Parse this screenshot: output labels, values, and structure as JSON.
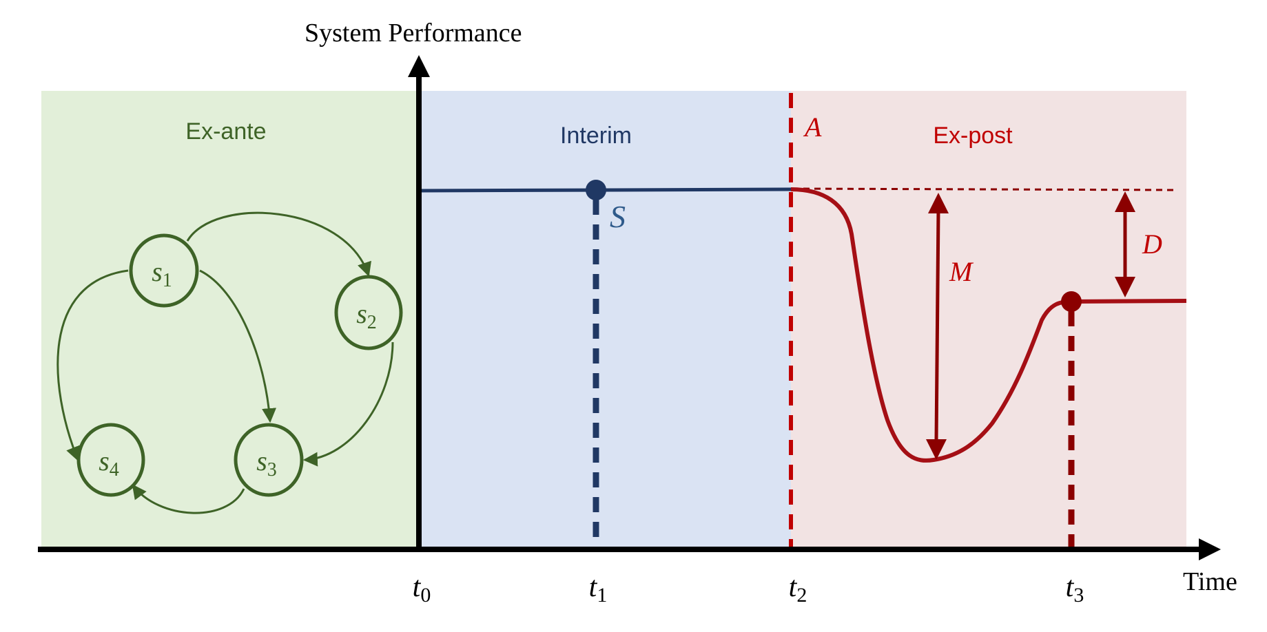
{
  "axes": {
    "y_label": "System Performance",
    "x_label": "Time",
    "ticks": [
      {
        "base": "t",
        "sub": "0"
      },
      {
        "base": "t",
        "sub": "1"
      },
      {
        "base": "t",
        "sub": "2"
      },
      {
        "base": "t",
        "sub": "3"
      }
    ]
  },
  "regions": {
    "ex_ante": "Ex-ante",
    "interim": "Interim",
    "ex_post": "Ex-post"
  },
  "markers": {
    "s_label": "S",
    "a_label": "A",
    "m_label": "M",
    "d_label": "D"
  },
  "states": [
    {
      "base": "s",
      "sub": "1"
    },
    {
      "base": "s",
      "sub": "2"
    },
    {
      "base": "s",
      "sub": "3"
    },
    {
      "base": "s",
      "sub": "4"
    }
  ],
  "colors": {
    "ex_ante_bg": "#e2efd9",
    "interim_bg": "#dae3f3",
    "ex_post_bg": "#f2e3e3",
    "green": "#3e6327",
    "blue": "#203864",
    "red": "#c00000",
    "dark_red": "#8b0000",
    "axis": "#000000"
  }
}
